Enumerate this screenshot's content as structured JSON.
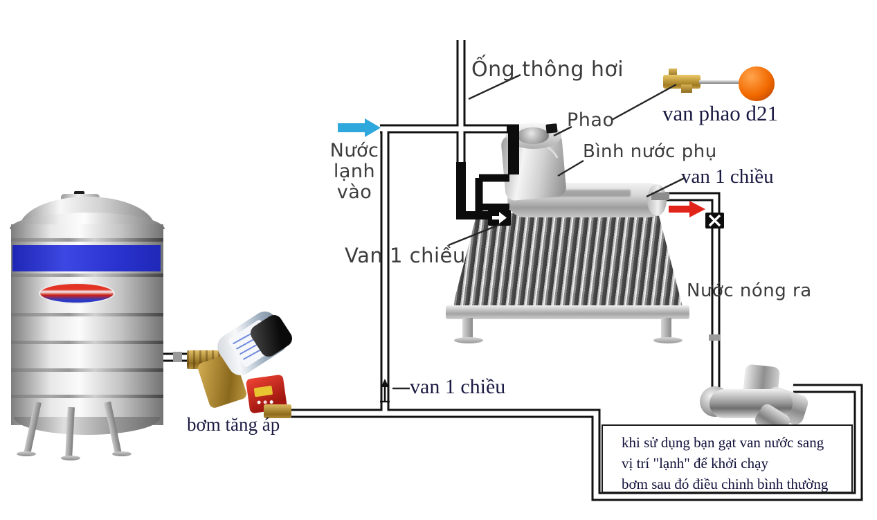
{
  "diagram": {
    "labels": {
      "vent_pipe": "Ống thông hơi",
      "float": "Phao",
      "aux_tank": "Bình nước phụ",
      "float_valve": "van phao d21",
      "check_valve_outlet": "van 1 chiều",
      "cold_water_in_lines": [
        "Nước",
        "lạnh",
        "vào"
      ],
      "check_valve_tank_inlet": "Van 1 chiều",
      "hot_water_out": "Nước nóng ra",
      "check_valve_pump_line": "van 1 chiều",
      "booster_pump": "bơm tăng áp"
    },
    "note_box": {
      "lines": [
        "khi sử dụng bạn gạt van nước sang",
        "vị trí \"lạnh\" để khởi chạy",
        "bơm sau đó điều chinh bình thường"
      ]
    },
    "colors": {
      "cold_arrow": "#2ea7dc",
      "hot_arrow": "#e2231a",
      "pipe": "#111111",
      "float_ball": "#f26a00",
      "tank_band": "#2e35cf",
      "pump_switch": "#c9241c",
      "label_sans": "#3c3c3c",
      "label_serif": "#191942"
    }
  }
}
